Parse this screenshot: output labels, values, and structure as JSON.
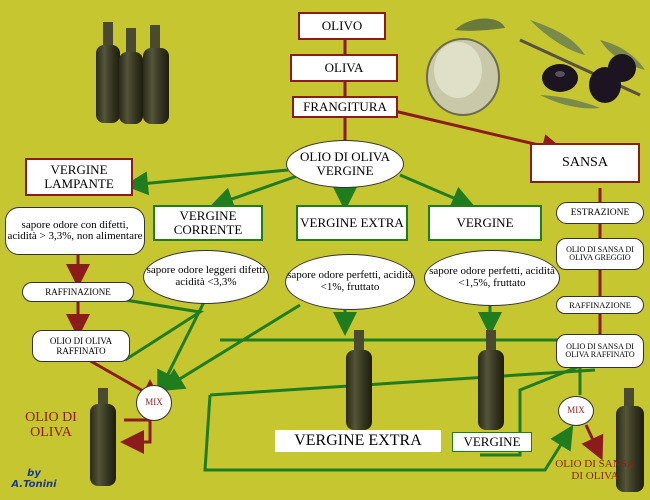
{
  "colors": {
    "background": "#c6c630",
    "red": "#8c1c1c",
    "green": "#1f7d1f",
    "bottle": "#3a3a22"
  },
  "nodes": {
    "olivo": "OLIVO",
    "oliva": "OLIVA",
    "frangitura": "FRANGITURA",
    "olio_vergine": "OLIO DI OLIVA VERGINE",
    "sansa": "SANSA",
    "lampante": "VERGINE LAMPANTE",
    "lampante_desc": "sapore odore con difetti, acidità > 3,3%, non alimentare",
    "raffinazione_left": "RAFFINAZIONE",
    "corrente": "VERGINE CORRENTE",
    "corrente_desc": "sapore odore leggeri difetti acidità <3,3%",
    "extra": "VERGINE EXTRA",
    "extra_desc": "sapore odore perfetti, acidità <1%, fruttato",
    "vergine": "VERGINE",
    "vergine_desc": "sapore odore perfetti, acidità <1,5%, fruttato",
    "estrazione": "ESTRAZIONE",
    "sansa_greggio": "OLIO DI SANSA DI OLIVA GREGGIO",
    "raffinazione_right": "RAFFINAZIONE",
    "olio_raffinato": "OLIO DI OLIVA RAFFINATO",
    "sansa_raffinato": "OLIO DI SANSA DI OLIVA RAFFINATO",
    "mix_left": "MIX",
    "mix_right": "MIX",
    "olio_di_oliva": "OLIO DI OLIVA",
    "label_extra": "VERGINE EXTRA",
    "label_vergine": "VERGINE",
    "olio_sansa": "OLIO DI SANSA DI OLIVA"
  },
  "credit": {
    "by": "by",
    "author": "A.Tonini"
  },
  "icons": [
    "olive-bottle-icon",
    "olive-branch-icon",
    "olive-fruit-icon"
  ]
}
